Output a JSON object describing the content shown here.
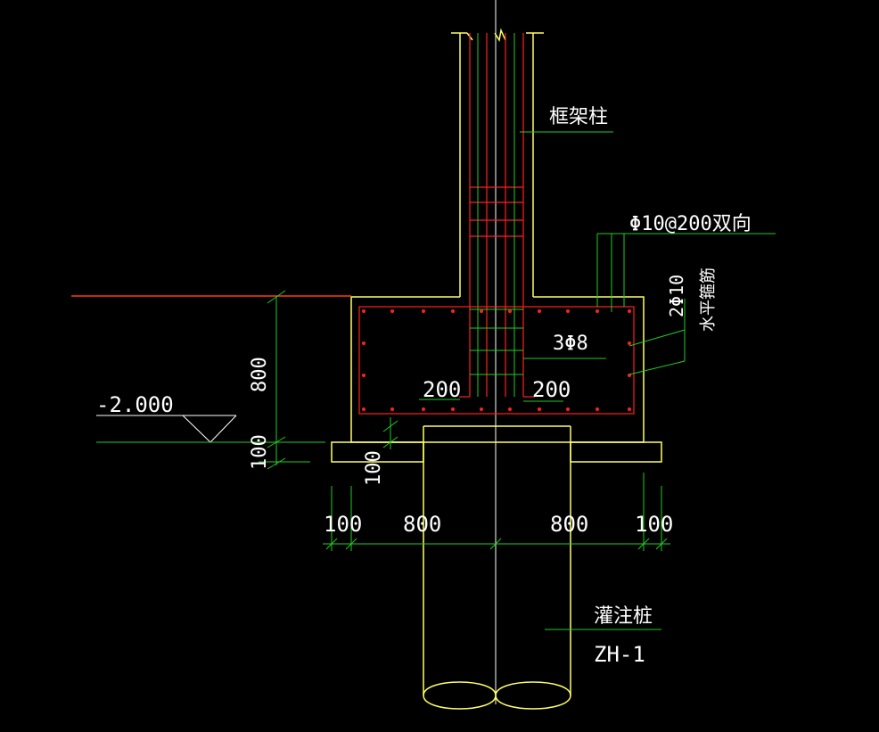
{
  "labels": {
    "frame_column": "框架柱",
    "slab_rebar": "Φ10@200双向",
    "horizontal_stirrup_count": "2Φ10",
    "horizontal_stirrup": "水平箍筋",
    "mid_bars": "3Φ8",
    "pile_name": "灌注桩",
    "pile_id": "ZH-1",
    "elevation": "-2.000"
  },
  "dimensions": {
    "cap_height": "800",
    "cushion_left": "100",
    "cushion_under": "100",
    "inner_left": "200",
    "inner_right": "200",
    "bottom_left_100": "100",
    "bottom_left_800": "800",
    "bottom_right_800": "800",
    "bottom_right_100": "100"
  },
  "colors": {
    "background": "#000000",
    "outline": "#ffff66",
    "rebar": "#ff2020",
    "dimension": "#22cc22",
    "text": "#ffffff",
    "grade_line": "#ff4000",
    "centerline": "#ffffff"
  }
}
